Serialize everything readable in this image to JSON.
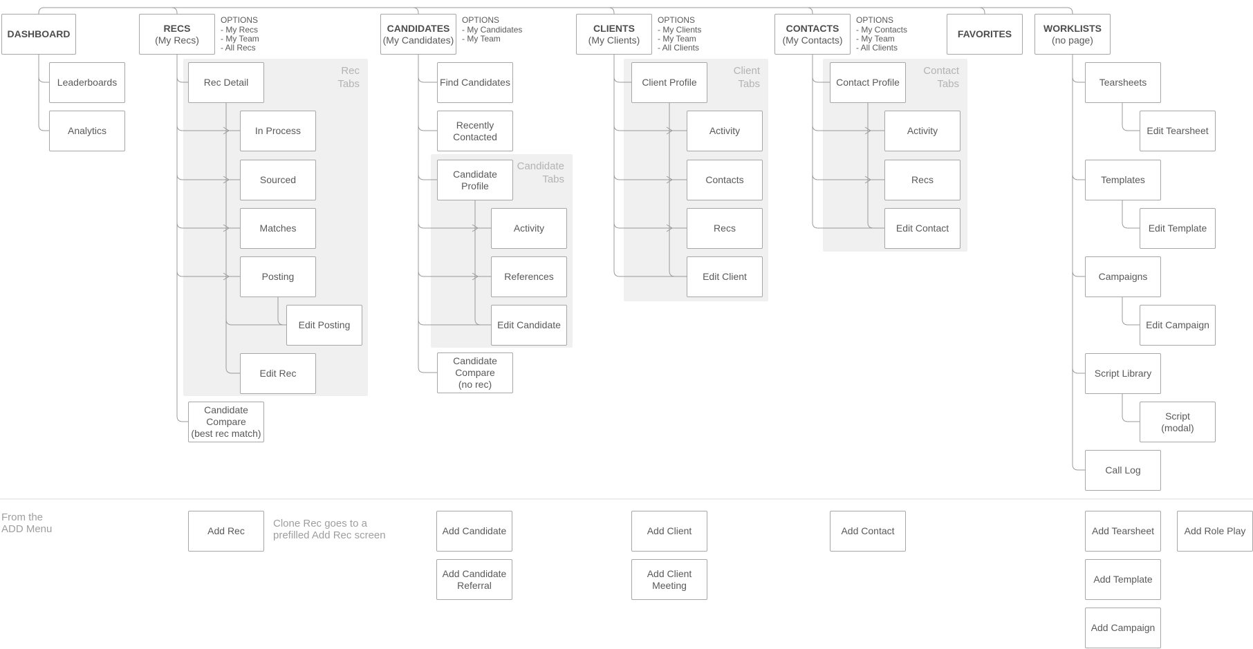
{
  "colors": {
    "box_border": "#a6a6a6",
    "connector_line": "#999999",
    "panel_fill": "#f0f0f0",
    "node_text": "#595959",
    "muted_text": "#9e9e9e",
    "panel_label_text": "#b3b3b3",
    "divider": "#d9d9d9"
  },
  "sitemap": {
    "dashboard": {
      "title": "DASHBOARD",
      "leaderboards": "Leaderboards",
      "analytics": "Analytics"
    },
    "recs": {
      "title": "RECS",
      "subtitle": "(My Recs)",
      "options_heading": "OPTIONS",
      "options": [
        "- My Recs",
        "- My Team",
        "- All Recs"
      ],
      "panel_label": "Rec\nTabs",
      "rec_detail": "Rec Detail",
      "in_process": "In Process",
      "sourced": "Sourced",
      "matches": "Matches",
      "posting": "Posting",
      "edit_posting": "Edit Posting",
      "edit_rec": "Edit Rec",
      "candidate_compare": "Candidate\nCompare\n(best rec match)"
    },
    "candidates": {
      "title": "CANDIDATES",
      "subtitle": "(My Candidates)",
      "options_heading": "OPTIONS",
      "options": [
        "- My Candidates",
        "- My Team"
      ],
      "panel_label": "Candidate\nTabs",
      "find_candidates": "Find Candidates",
      "recently_contacted": "Recently\nContacted",
      "candidate_profile": "Candidate Profile",
      "activity": "Activity",
      "references": "References",
      "edit_candidate": "Edit Candidate",
      "candidate_compare": "Candidate\nCompare\n(no rec)"
    },
    "clients": {
      "title": "CLIENTS",
      "subtitle": "(My Clients)",
      "options_heading": "OPTIONS",
      "options": [
        "- My Clients",
        "- My Team",
        "- All Clients"
      ],
      "panel_label": "Client\nTabs",
      "client_profile": "Client Profile",
      "activity": "Activity",
      "contacts": "Contacts",
      "recs": "Recs",
      "edit_client": "Edit Client"
    },
    "contacts": {
      "title": "CONTACTS",
      "subtitle": "(My Contacts)",
      "options_heading": "OPTIONS",
      "options": [
        "- My Contacts",
        "- My Team",
        "- All Clients"
      ],
      "panel_label": "Contact\nTabs",
      "contact_profile": "Contact Profile",
      "activity": "Activity",
      "recs": "Recs",
      "edit_contact": "Edit Contact"
    },
    "favorites": {
      "title": "FAVORITES"
    },
    "worklists": {
      "title": "WORKLISTS",
      "subtitle": "(no page)",
      "tearsheets": "Tearsheets",
      "edit_tearsheet": "Edit Tearsheet",
      "templates": "Templates",
      "edit_template": "Edit Template",
      "campaigns": "Campaigns",
      "edit_campaign": "Edit Campaign",
      "script_library": "Script Library",
      "script_modal": "Script\n(modal)",
      "call_log": "Call Log"
    }
  },
  "add_menu": {
    "heading": "From the\nADD Menu",
    "add_rec": "Add Rec",
    "clone_note": "Clone Rec goes to a\nprefilled Add Rec screen",
    "add_candidate": "Add Candidate",
    "add_candidate_referral": "Add Candidate\nReferral",
    "add_client": "Add Client",
    "add_client_meeting": "Add Client\nMeeting",
    "add_contact": "Add Contact",
    "add_tearsheet": "Add Tearsheet",
    "add_role_play": "Add Role Play",
    "add_template": "Add Template",
    "add_campaign": "Add Campaign"
  }
}
